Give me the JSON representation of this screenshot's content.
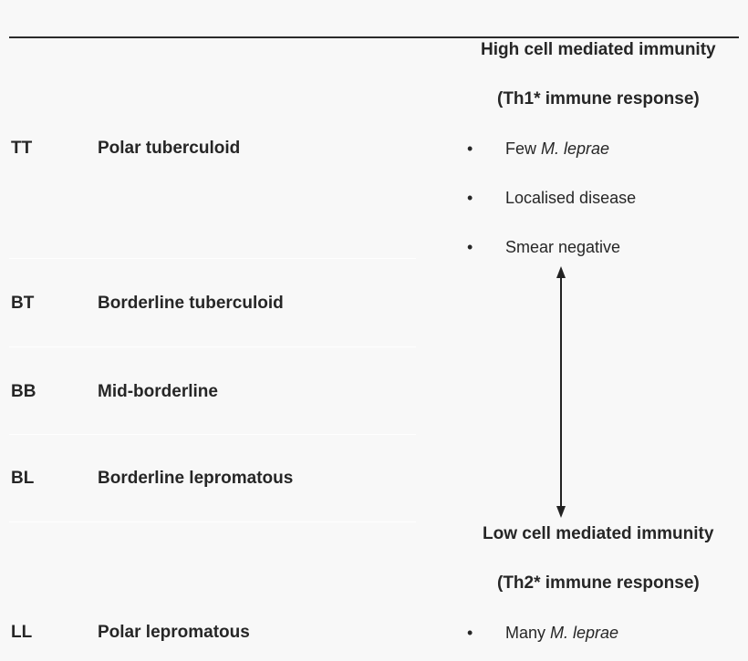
{
  "rows": [
    {
      "code": "TT",
      "name": "Polar tuberculoid"
    },
    {
      "code": "BT",
      "name": "Borderline tuberculoid"
    },
    {
      "code": "BB",
      "name": "Mid-borderline"
    },
    {
      "code": "BL",
      "name": "Borderline lepromatous"
    },
    {
      "code": "LL",
      "name": "Polar lepromatous"
    }
  ],
  "high": {
    "title": "High cell mediated immunity",
    "subtitle": "(Th1* immune response)",
    "bullets": [
      {
        "prefix": "Few ",
        "italic": "M. leprae",
        "suffix": ""
      },
      {
        "prefix": "Localised disease",
        "italic": "",
        "suffix": ""
      },
      {
        "prefix": "Smear negative",
        "italic": "",
        "suffix": ""
      }
    ]
  },
  "low": {
    "title": "Low cell mediated immunity",
    "subtitle": "(Th2* immune response)",
    "bullets": [
      {
        "prefix": "Many ",
        "italic": "M. leprae",
        "suffix": ""
      }
    ]
  },
  "bullet_char": "•"
}
